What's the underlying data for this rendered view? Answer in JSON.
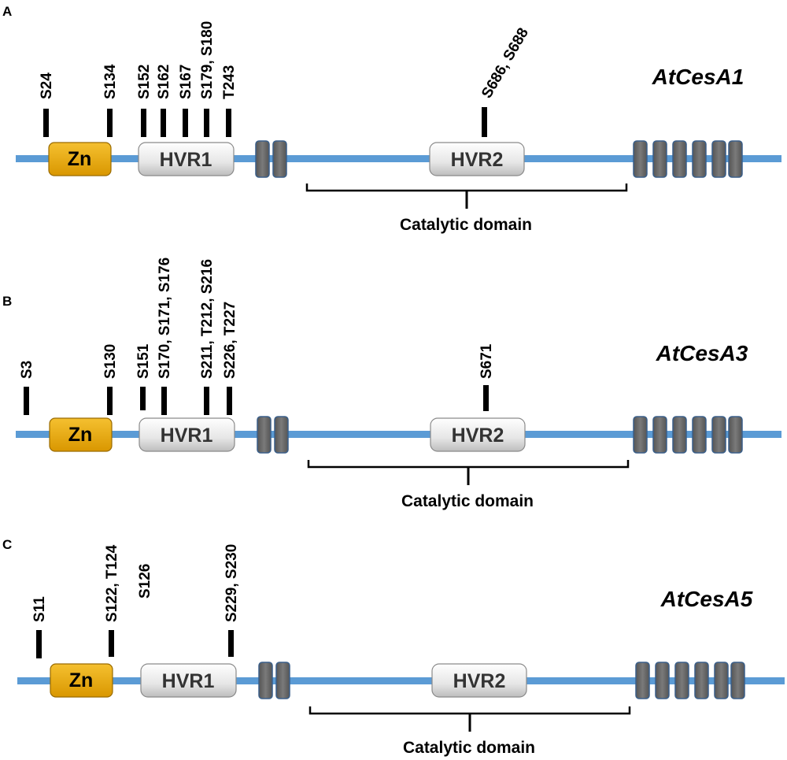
{
  "colors": {
    "backbone": "#5b9bd5",
    "zn_fill": "#e5a50a",
    "hvr_fill": "#e8e8e8",
    "tm_fill": "#6b6b6b",
    "tm_stroke": "#3a5f8a"
  },
  "panels": [
    {
      "letter": "A",
      "protein": "AtCesA1",
      "zn_label": "Zn",
      "hvr1_label": "HVR1",
      "hvr2_label": "HVR2",
      "catalytic_label": "Catalytic domain",
      "sites": [
        "S24",
        "S134",
        "S152",
        "S162",
        "S167",
        "S179, S180",
        "T243",
        "S686, S688"
      ]
    },
    {
      "letter": "B",
      "protein": "AtCesA3",
      "zn_label": "Zn",
      "hvr1_label": "HVR1",
      "hvr2_label": "HVR2",
      "catalytic_label": "Catalytic domain",
      "sites": [
        "S3",
        "S130",
        "S151",
        "S170, S171, S176",
        "S211, T212, S216",
        "S226, T227",
        "S671"
      ]
    },
    {
      "letter": "C",
      "protein": "AtCesA5",
      "zn_label": "Zn",
      "hvr1_label": "HVR1",
      "hvr2_label": "HVR2",
      "catalytic_label": "Catalytic domain",
      "sites": [
        "S11",
        "S122, T124",
        "S126",
        "S229, S230"
      ]
    }
  ]
}
